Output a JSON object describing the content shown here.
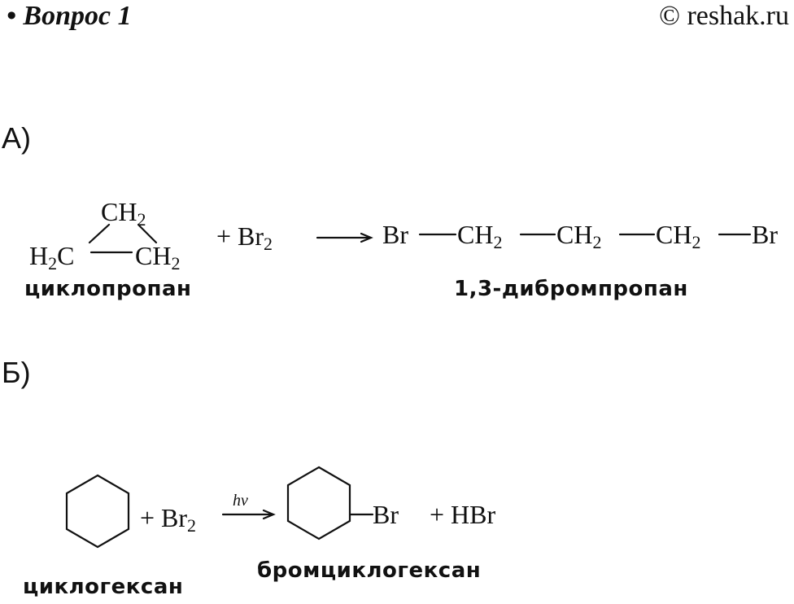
{
  "header": {
    "question": "• Вопрос 1",
    "watermark": "© reshak.ru"
  },
  "section_a": {
    "label": "А)",
    "reactant_top": "CH",
    "reactant_left": "H",
    "reactant_left_c": "C",
    "reactant_right": "CH",
    "sub2": "2",
    "plus_br": "+ Br",
    "product_br1": "Br",
    "product_ch1": "CH",
    "product_ch2": "CH",
    "product_ch3": "CH",
    "product_br2": "Br",
    "reactant_name": "циклопропан",
    "product_name": "1,3-дибромпропан"
  },
  "section_b": {
    "label": "Б)",
    "plus_br": "+ Br",
    "sub2": "2",
    "condition": "hν",
    "substituent": "Br",
    "plus_hbr": "+ HBr",
    "reactant_name": "циклогексан",
    "product_name": "бромциклогексан"
  }
}
